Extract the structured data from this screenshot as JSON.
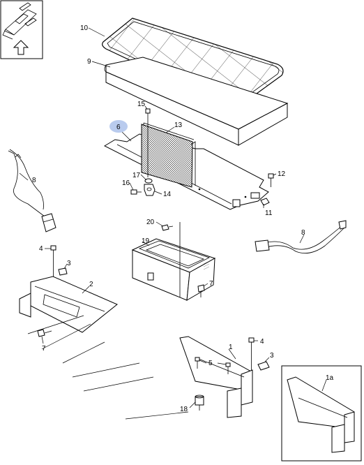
{
  "diagram": {
    "callouts": [
      {
        "key": "c10",
        "text": "10"
      },
      {
        "key": "c9",
        "text": "9"
      },
      {
        "key": "c15",
        "text": "15"
      },
      {
        "key": "c6",
        "text": "6"
      },
      {
        "key": "c13",
        "text": "13"
      },
      {
        "key": "c8a",
        "text": "8"
      },
      {
        "key": "c17",
        "text": "17"
      },
      {
        "key": "c16",
        "text": "16"
      },
      {
        "key": "c14",
        "text": "14"
      },
      {
        "key": "c12",
        "text": "12"
      },
      {
        "key": "c11",
        "text": "11"
      },
      {
        "key": "c20",
        "text": "20"
      },
      {
        "key": "c19",
        "text": "19"
      },
      {
        "key": "c8b",
        "text": "8"
      },
      {
        "key": "c4a",
        "text": "4"
      },
      {
        "key": "c3a",
        "text": "3"
      },
      {
        "key": "c2",
        "text": "2"
      },
      {
        "key": "c7a",
        "text": "7"
      },
      {
        "key": "c7b",
        "text": "7"
      },
      {
        "key": "c1",
        "text": "1"
      },
      {
        "key": "c4b",
        "text": "4"
      },
      {
        "key": "c5",
        "text": "5"
      },
      {
        "key": "c3b",
        "text": "3"
      },
      {
        "key": "c18",
        "text": "18"
      },
      {
        "key": "c1a",
        "text": "1a"
      }
    ],
    "highlight_color": "#b9cbee",
    "highlighted_callout": "6",
    "icons": [
      "front-arrow-icon"
    ]
  }
}
